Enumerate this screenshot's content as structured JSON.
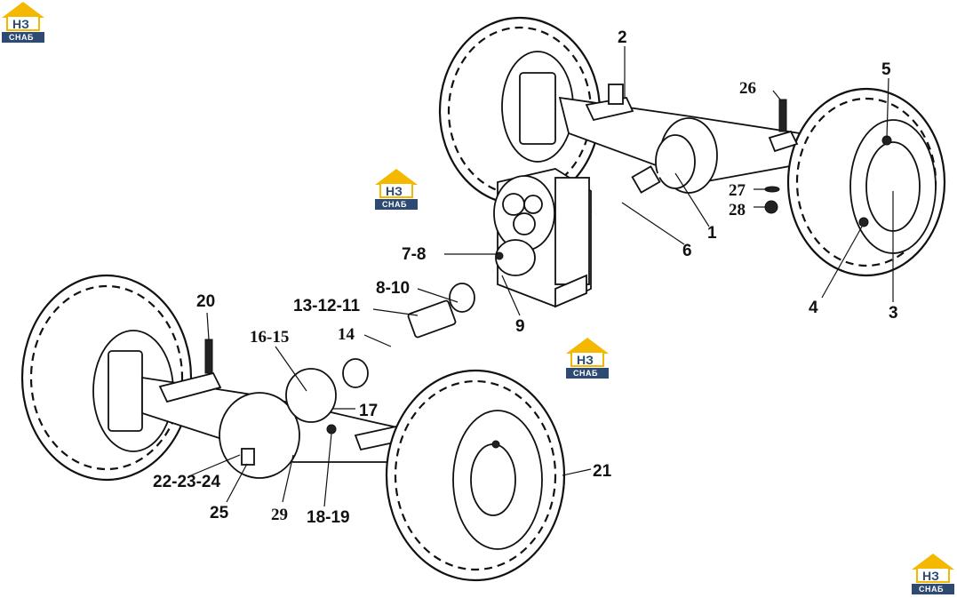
{
  "watermark": {
    "letters": "НЗ",
    "word": "СНАБ"
  },
  "labels": {
    "l1": "1",
    "l2": "2",
    "l3": "3",
    "l4": "4",
    "l5": "5",
    "l6": "6",
    "l7_8": "7-8",
    "l8_10": "8-10",
    "l9": "9",
    "l13_12_11": "13-12-11",
    "l14": "14",
    "l16_15": "16-15",
    "l17": "17",
    "l18_19": "18-19",
    "l20": "20",
    "l21": "21",
    "l22_23_24": "22-23-24",
    "l25": "25",
    "l26": "26",
    "l27": "27",
    "l28": "28",
    "l29": "29"
  }
}
